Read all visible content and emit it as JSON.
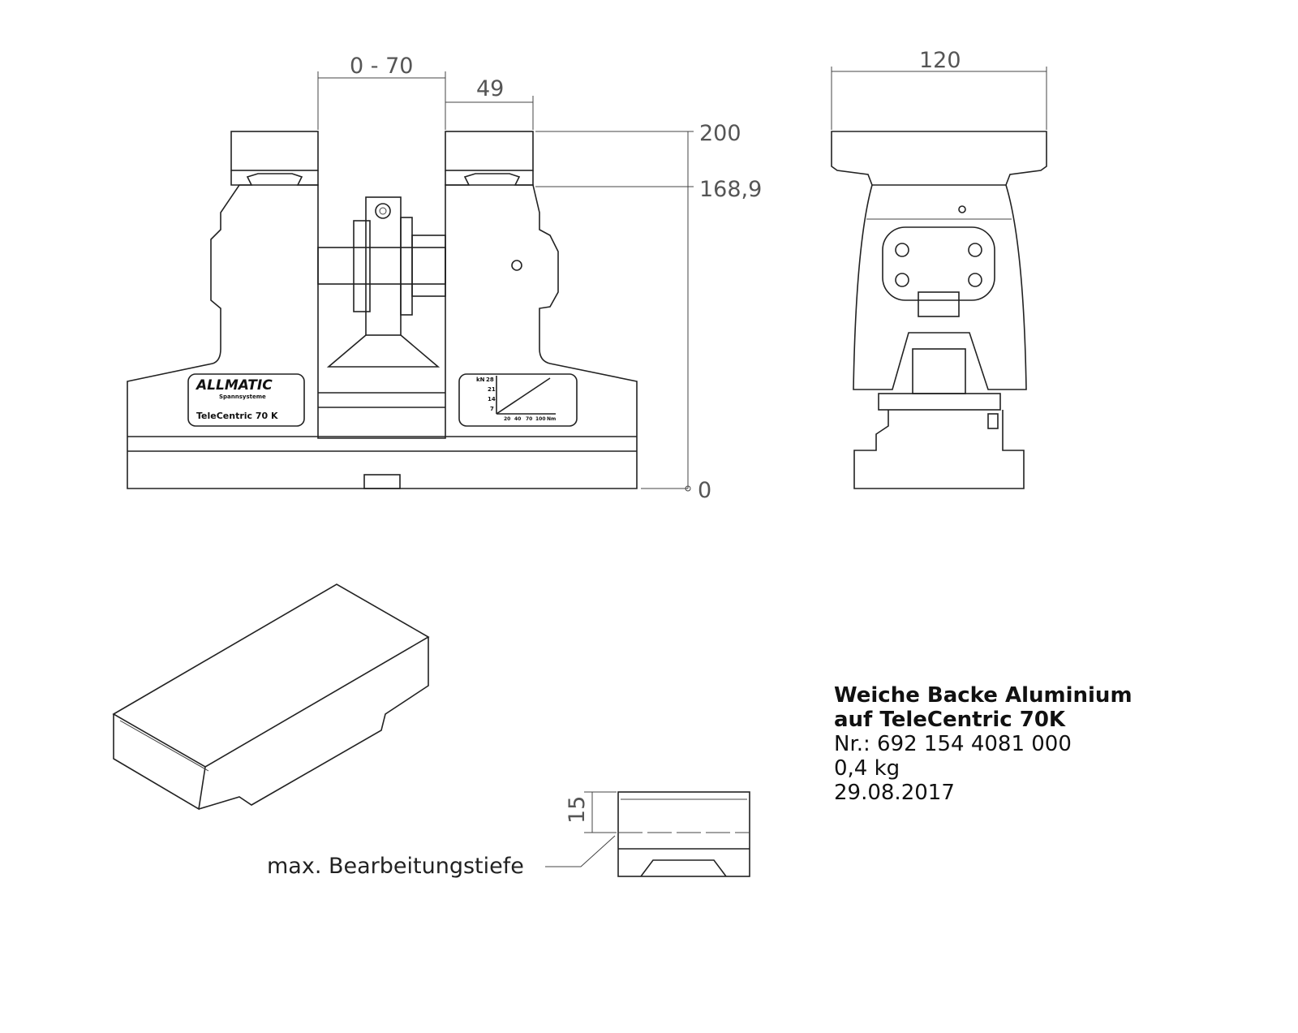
{
  "dimensions": {
    "jaw_stroke": "0 - 70",
    "jaw_width": "49",
    "height_top": "200",
    "height_jaw_seat": "168,9",
    "height_zero": "0",
    "side_width": "120",
    "soft_jaw_depth": "15"
  },
  "callout": "max. Bearbeitungstiefe",
  "left_plate": {
    "brand": "ALLMATIC",
    "subtitle": "Spannsysteme",
    "model": "TeleCentric 70 K"
  },
  "right_plate": {
    "y_unit": "kN",
    "y_ticks": [
      "28",
      "21",
      "14",
      "7"
    ],
    "x_ticks": [
      "20",
      "40",
      "70",
      "100"
    ],
    "x_unit": "Nm"
  },
  "info": {
    "title_line1": "Weiche Backe Aluminium",
    "title_line2": "auf TeleCentric 70K",
    "part_number": "Nr.: 692 154 4081 000",
    "weight": "0,4 kg",
    "date": "29.08.2017"
  }
}
